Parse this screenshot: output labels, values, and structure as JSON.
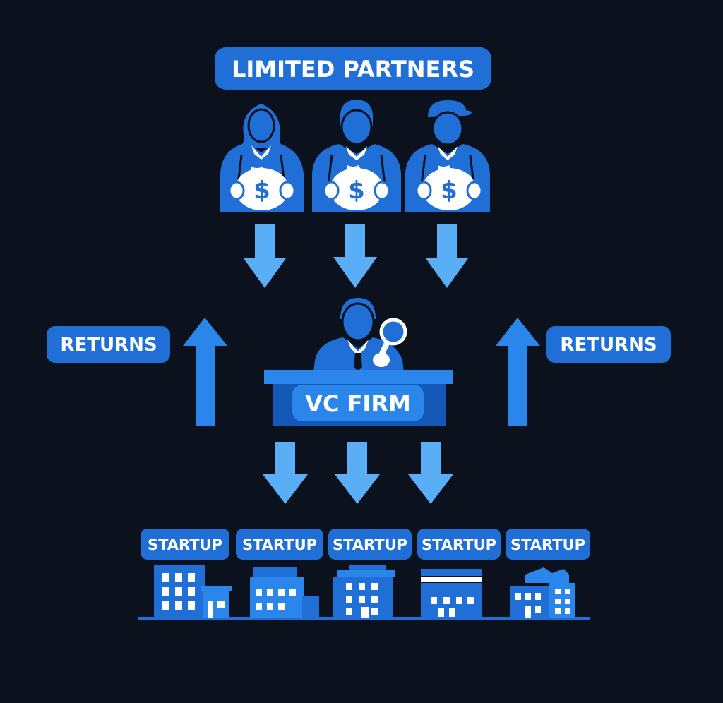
{
  "diagram": {
    "lp_label": "LIMITED PARTNERS",
    "vc_label": "VC FIRM",
    "returns_left": "RETURNS",
    "returns_right": "RETURNS",
    "startups": [
      "STARTUP",
      "STARTUP",
      "STARTUP",
      "STARTUP",
      "STARTUP"
    ],
    "currency_symbol": "$"
  },
  "colors": {
    "background": "#0b121e",
    "primary_blue": "#1f6fd6",
    "bright_blue": "#2a86ea",
    "light_blue": "#5aaef5",
    "dark_blue": "#1458b8",
    "white": "#ffffff"
  },
  "icons": {
    "investors": [
      "woman-investor-icon",
      "man-investor-icon",
      "cap-investor-icon"
    ],
    "vc": "vc-partner-icon",
    "magnifier": "magnifying-glass-icon",
    "buildings": [
      "office-building-icon",
      "low-building-icon",
      "tower-building-icon",
      "flat-roof-building-icon",
      "factory-building-icon"
    ]
  }
}
